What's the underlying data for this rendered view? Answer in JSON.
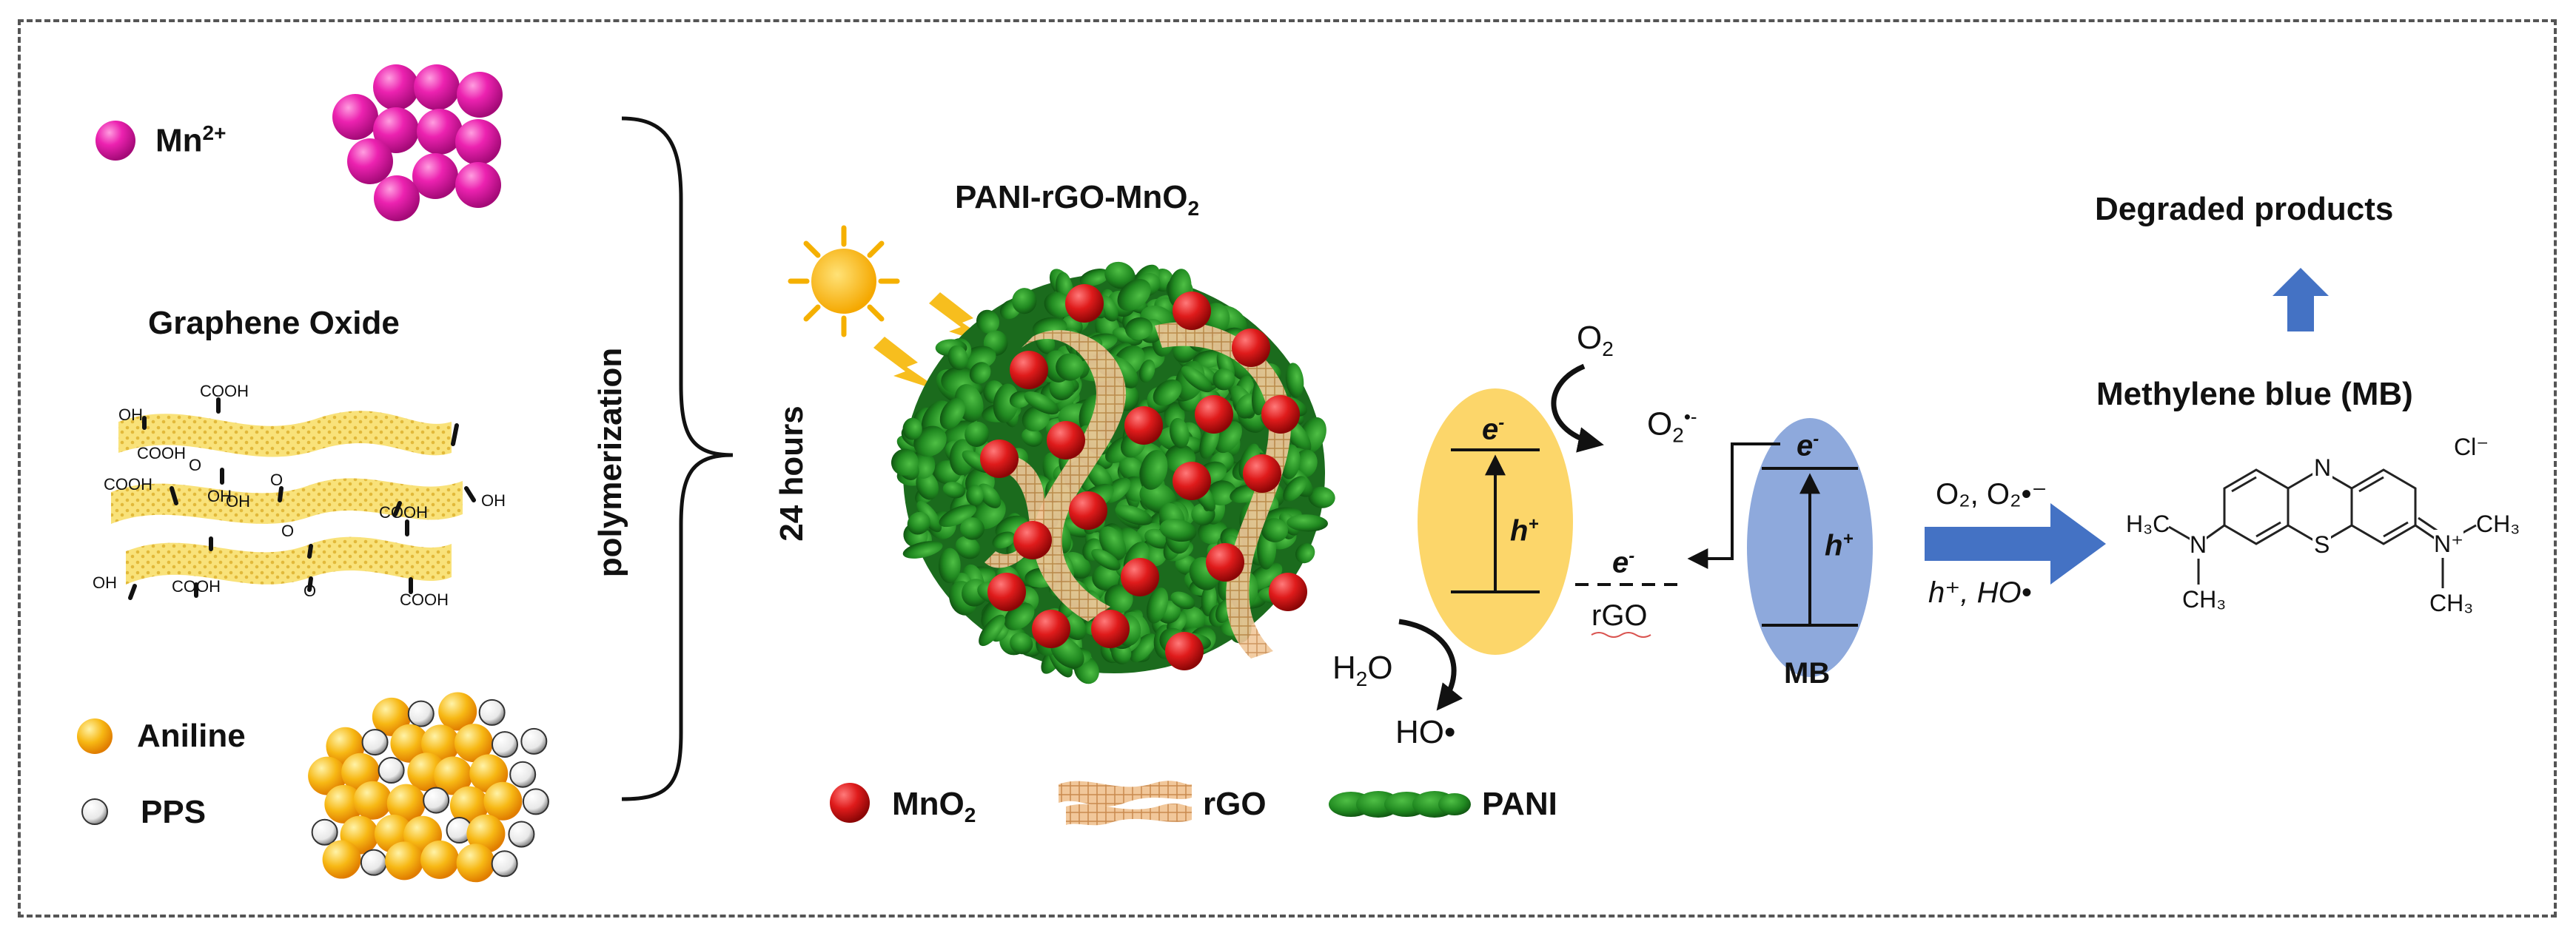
{
  "inputs": {
    "mn_label": "Mn",
    "mn_sup": "2+",
    "go_title": "Graphene Oxide",
    "aniline": "Aniline",
    "pps": "PPS"
  },
  "go_groups": [
    "COOH",
    "OH",
    "COOH",
    "OH",
    "COOH",
    "O",
    "OH",
    "O",
    "COOH",
    "OH",
    "O",
    "OH",
    "COOH",
    "O",
    "COOH"
  ],
  "process": {
    "polymerization": "polymerization",
    "time": "24 hours"
  },
  "composite": {
    "title": "PANI-rGO-MnO",
    "title_sub": "2"
  },
  "legend": {
    "mno2": "MnO",
    "mno2_sub": "2",
    "rgo": "rGO",
    "pani": "PANI"
  },
  "mechanism": {
    "e_minus": "e",
    "e_sup": "-",
    "h_plus": "h",
    "h_sup": "+",
    "o2": "O",
    "o2_sub": "2",
    "o2_radical": "O",
    "o2_radical_sub": "2",
    "o2_radical_sup": "•-",
    "h2o": "H",
    "h2o_sub": "2",
    "h2o_end": "O",
    "ho_radical": "HO•",
    "rgo_label": "rGO",
    "mb_label": "MB"
  },
  "reaction": {
    "reagents_top": "O₂, O₂•⁻",
    "reagents_bottom": "h⁺, HO•",
    "product": "Degraded products",
    "mb_title": "Methylene blue (MB)",
    "mb_atoms": {
      "n_top": "N",
      "s": "S",
      "cl": "Cl⁻",
      "h3c": "H₃C",
      "n_left": "N",
      "ch3_left": "CH₃",
      "n_right": "N⁺",
      "ch3_right_top": "CH₃",
      "ch3_right_bottom": "CH₃"
    }
  },
  "colors": {
    "mn": "#e81aa6",
    "mno2": "#d8101c",
    "pani": "#2f8a2a",
    "rgo": "#e6a56a",
    "gap_yellow": "#fcd66a",
    "mb_blue": "#8ea9dc",
    "arrow_blue": "#4472c4",
    "aniline": "#f4b400"
  }
}
